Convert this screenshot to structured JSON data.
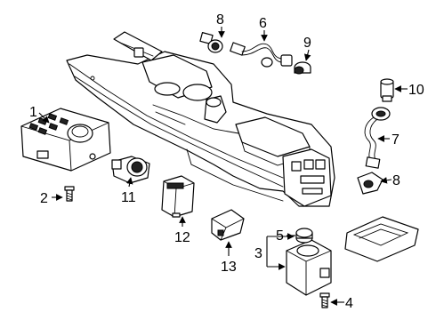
{
  "callouts": {
    "n1": "1",
    "n2": "2",
    "n3": "3",
    "n4": "4",
    "n5": "5",
    "n6": "6",
    "n7": "7",
    "n8a": "8",
    "n8b": "8",
    "n9": "9",
    "n10": "10",
    "n11": "11",
    "n12": "12",
    "n13": "13"
  },
  "colors": {
    "line": "#000000",
    "background": "#ffffff"
  }
}
